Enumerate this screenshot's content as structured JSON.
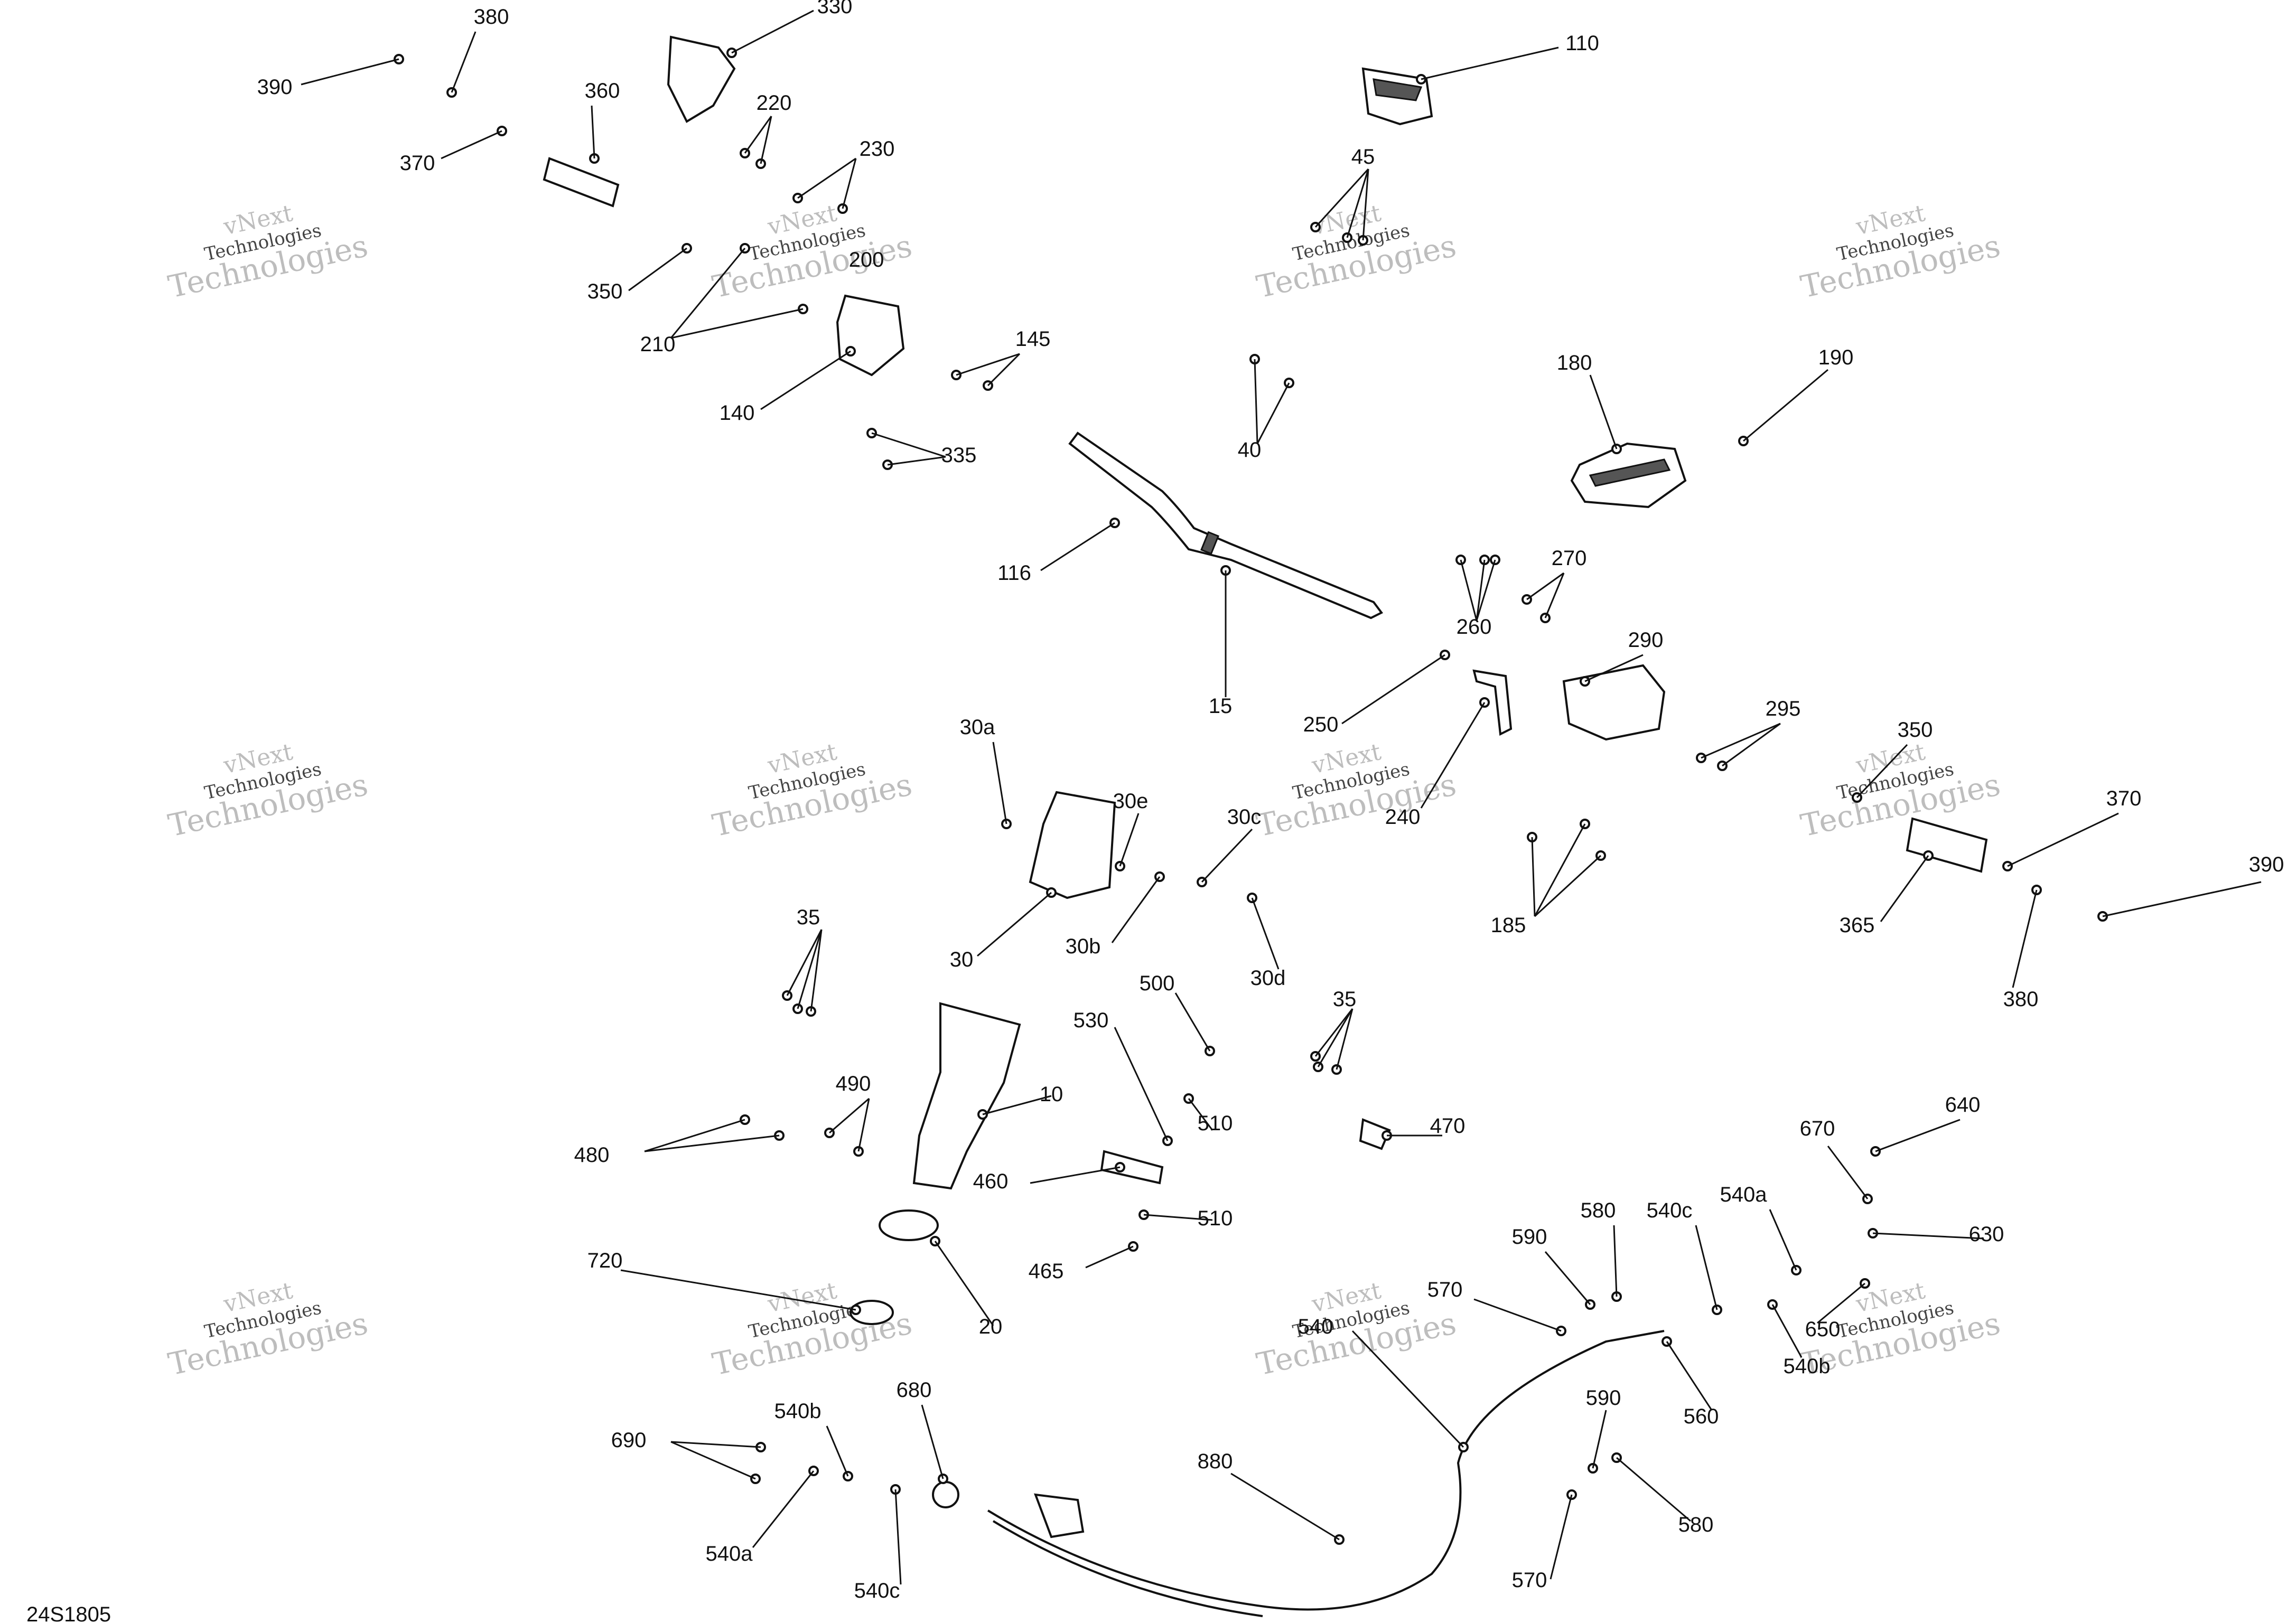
{
  "diagram_code": "24S1805",
  "watermark": {
    "line1": "vNext",
    "line2": "Technologies",
    "line3": "Technologies"
  },
  "labels": [
    "380",
    "330",
    "390",
    "370",
    "360",
    "220",
    "230",
    "350",
    "210",
    "200",
    "140",
    "145",
    "335",
    "110",
    "45",
    "40",
    "180",
    "190",
    "116",
    "15",
    "270",
    "260",
    "290",
    "250",
    "240",
    "295",
    "350",
    "370",
    "390",
    "365",
    "380",
    "185",
    "30a",
    "30e",
    "30c",
    "30",
    "30b",
    "30d",
    "35",
    "500",
    "530",
    "35",
    "490",
    "10",
    "510",
    "480",
    "460",
    "510",
    "465",
    "470",
    "720",
    "20",
    "640",
    "670",
    "630",
    "540c",
    "540a",
    "580",
    "590",
    "570",
    "540",
    "650",
    "540b",
    "560",
    "690",
    "540b",
    "680",
    "880",
    "590",
    "580",
    "540a",
    "540c",
    "570"
  ],
  "colors": {
    "line": "#111111",
    "watermark": "#bdbdbd",
    "fill_dark": "#555555"
  }
}
